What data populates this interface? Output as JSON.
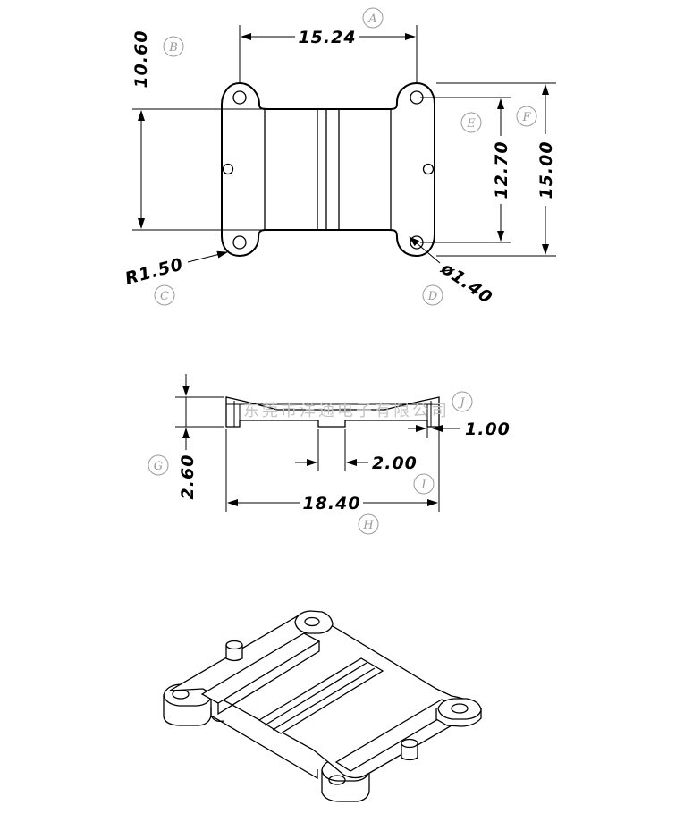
{
  "dimensions": {
    "a": "15.24",
    "b": "10.60",
    "c": "R1.50",
    "d": "ø1.40",
    "e": "12.70",
    "f": "15.00",
    "g": "2.60",
    "h": "18.40",
    "i": "2.00",
    "j": "1.00"
  },
  "callouts": {
    "a": "A",
    "b": "B",
    "c": "C",
    "d": "D",
    "e": "E",
    "f": "F",
    "g": "G",
    "h": "H",
    "i": "I",
    "j": "J"
  },
  "watermark": "东莞市洋通电子有限公司"
}
